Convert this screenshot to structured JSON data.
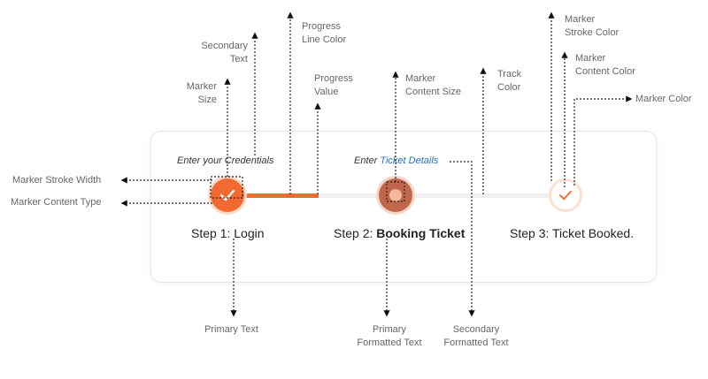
{
  "stepper": {
    "steps": [
      {
        "label_prefix": "Step 1: ",
        "label_main": "Login",
        "secondary": "Enter your Credentials"
      },
      {
        "label_prefix": "Step 2: ",
        "label_main": "Booking Ticket",
        "secondary_prefix": "Enter ",
        "secondary_highlight": "Ticket Details"
      },
      {
        "label_prefix": "Step 3: ",
        "label_main": "Ticket Booked."
      }
    ],
    "progress_value": 0.25
  },
  "annotations": {
    "marker_stroke_width": "Marker Stroke Width",
    "marker_content_type": "Marker Content Type",
    "marker_size": [
      "Marker",
      "Size"
    ],
    "secondary_text": [
      "Secondary",
      "Text"
    ],
    "progress_line_color": [
      "Progress",
      "Line Color"
    ],
    "progress_value": [
      "Progress",
      "Value"
    ],
    "marker_content_size": [
      "Marker",
      "Content Size"
    ],
    "track_color": [
      "Track",
      "Color"
    ],
    "marker_stroke_color": [
      "Marker",
      "Stroke Color"
    ],
    "marker_content_color": [
      "Marker",
      "Content Color"
    ],
    "marker_color": "Marker Color",
    "primary_text": "Primary Text",
    "primary_formatted_text": [
      "Primary",
      "Formatted Text"
    ],
    "secondary_formatted_text": [
      "Secondary",
      "Formatted Text"
    ]
  },
  "colors": {
    "progress": "#f26a2f",
    "track": "#efefef",
    "marker_completed": "#f26a2f",
    "marker_in_progress": "#c0664b",
    "marker_pending_stroke": "#fbe0d2",
    "highlight_text": "#1f6fbf"
  },
  "icons": {
    "completed": "check-icon",
    "in_progress": "dot-icon",
    "pending": "check-icon"
  }
}
